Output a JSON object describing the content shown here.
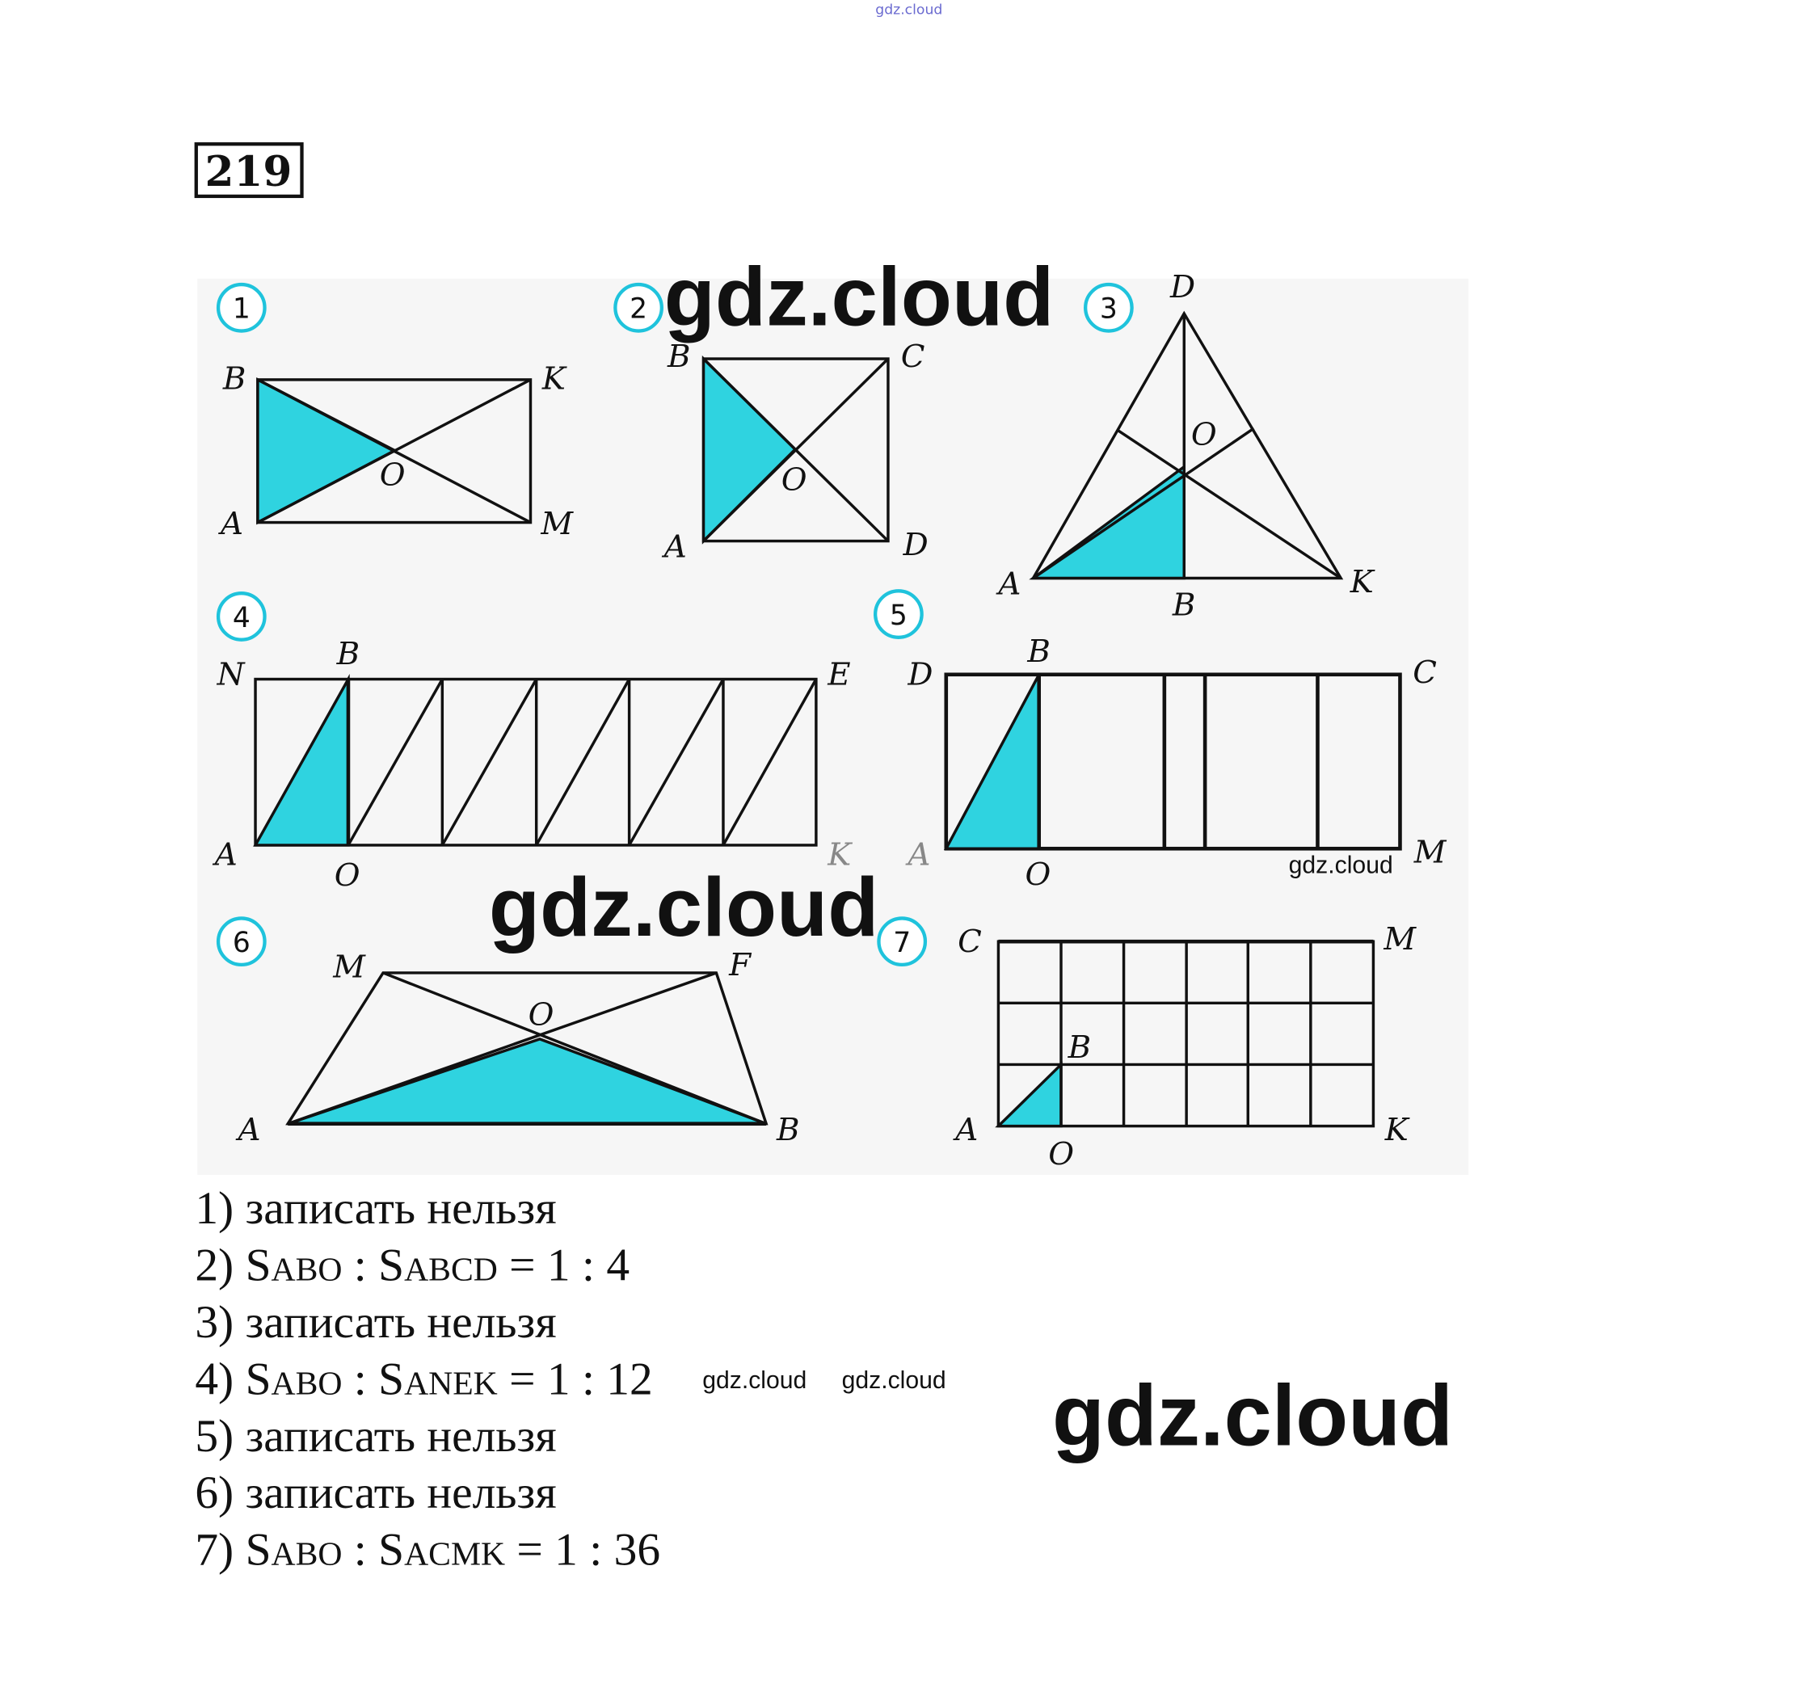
{
  "header": {
    "watermark_top": "gdz.cloud",
    "exercise_number": "219"
  },
  "figures": [
    {
      "number": "1",
      "labels": [
        "B",
        "K",
        "O",
        "A",
        "M"
      ]
    },
    {
      "number": "2",
      "labels": [
        "B",
        "C",
        "O",
        "A",
        "D"
      ]
    },
    {
      "number": "3",
      "labels": [
        "D",
        "O",
        "A",
        "B",
        "K"
      ]
    },
    {
      "number": "4",
      "labels": [
        "N",
        "B",
        "E",
        "A",
        "O",
        "K"
      ]
    },
    {
      "number": "5",
      "labels": [
        "D",
        "B",
        "C",
        "A",
        "O",
        "M"
      ]
    },
    {
      "number": "6",
      "labels": [
        "M",
        "F",
        "O",
        "A",
        "B"
      ]
    },
    {
      "number": "7",
      "labels": [
        "C",
        "M",
        "B",
        "A",
        "O",
        "K"
      ]
    }
  ],
  "answers": [
    {
      "num": "1)",
      "text": "записать нельзя"
    },
    {
      "num": "2)",
      "s1": "S",
      "sub1": "ABO",
      "sep": " : ",
      "s2": "S",
      "sub2": "ABCD",
      "eq": " = 1 : 4"
    },
    {
      "num": "3)",
      "text": "записать нельзя"
    },
    {
      "num": "4)",
      "s1": "S",
      "sub1": "ABO",
      "sep": " : ",
      "s2": "S",
      "sub2": "ANEK",
      "eq": " = 1 : 12"
    },
    {
      "num": "5)",
      "text": "записать нельзя"
    },
    {
      "num": "6)",
      "text": "записать нельзя"
    },
    {
      "num": "7)",
      "s1": "S",
      "sub1": "ABO",
      "sep": " : ",
      "s2": "S",
      "sub2": "ACMK",
      "eq": " = 1 : 36"
    }
  ],
  "watermarks": [
    "gdz.cloud",
    "gdz.cloud",
    "gdz.cloud",
    "gdz.cloud",
    "gdz.cloud",
    "gdz.cloud"
  ],
  "colors": {
    "highlight": "#2fd3e0",
    "circle": "#1fc3dc"
  }
}
